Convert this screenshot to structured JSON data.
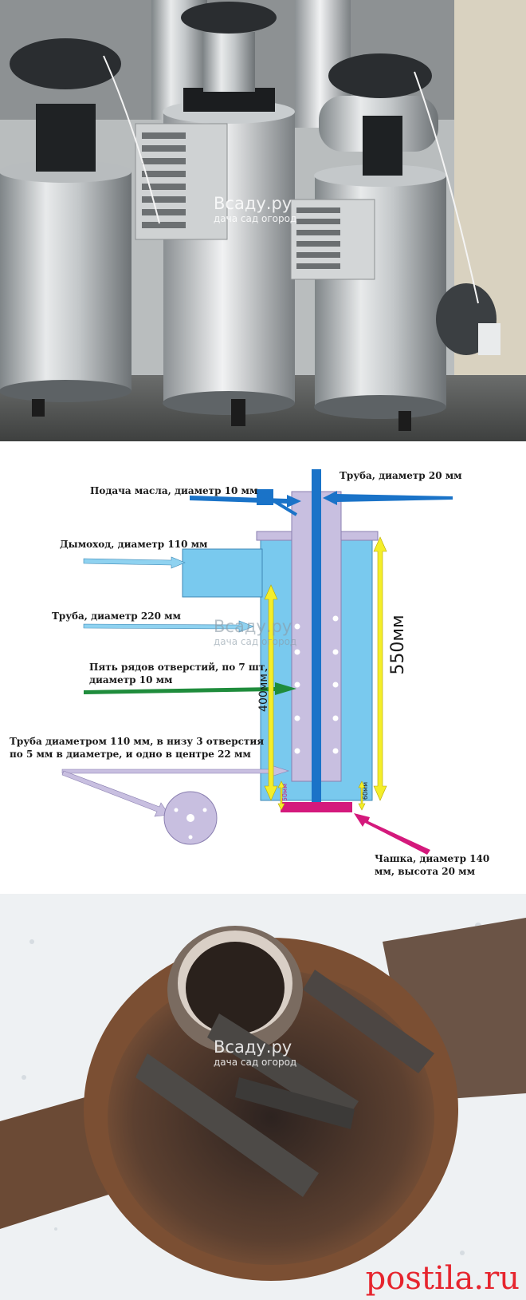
{
  "watermark": {
    "brand": "Всаду.ру",
    "tagline": "дача сад огород"
  },
  "diagram": {
    "labels": {
      "pipe_20": "Труба, диаметр 20 мм",
      "oil_supply": "Подача масла, диаметр 10 мм",
      "chimney": "Дымоход, диаметр 110 мм",
      "pipe_220": "Труба, диаметр 220 мм",
      "holes": "Пять рядов отверстий, по 7 шт,\nдиаметр 10 мм",
      "pipe_110": "Труба диаметром 110 мм, в низу 3 отверстия\nпо 5 мм в диаметре, и одно в центре 22 мм",
      "cup": "Чашка, диаметр 140\nмм, высота 20 мм"
    },
    "dimensions": {
      "height_550": "550мм",
      "height_400": "400мм",
      "gap_50": "50мм",
      "gap_60": "60мм"
    }
  },
  "colors": {
    "outer_body": "#79c9ee",
    "inner_tube": "#c8bfe0",
    "central_pipe": "#1a73c8",
    "dimension_arrow": "#f4ee2a",
    "holes_arrow": "#1f8c3c",
    "cup": "#d4197c",
    "postila": "#e6252e"
  },
  "footer": {
    "postila": "postila.ru"
  }
}
